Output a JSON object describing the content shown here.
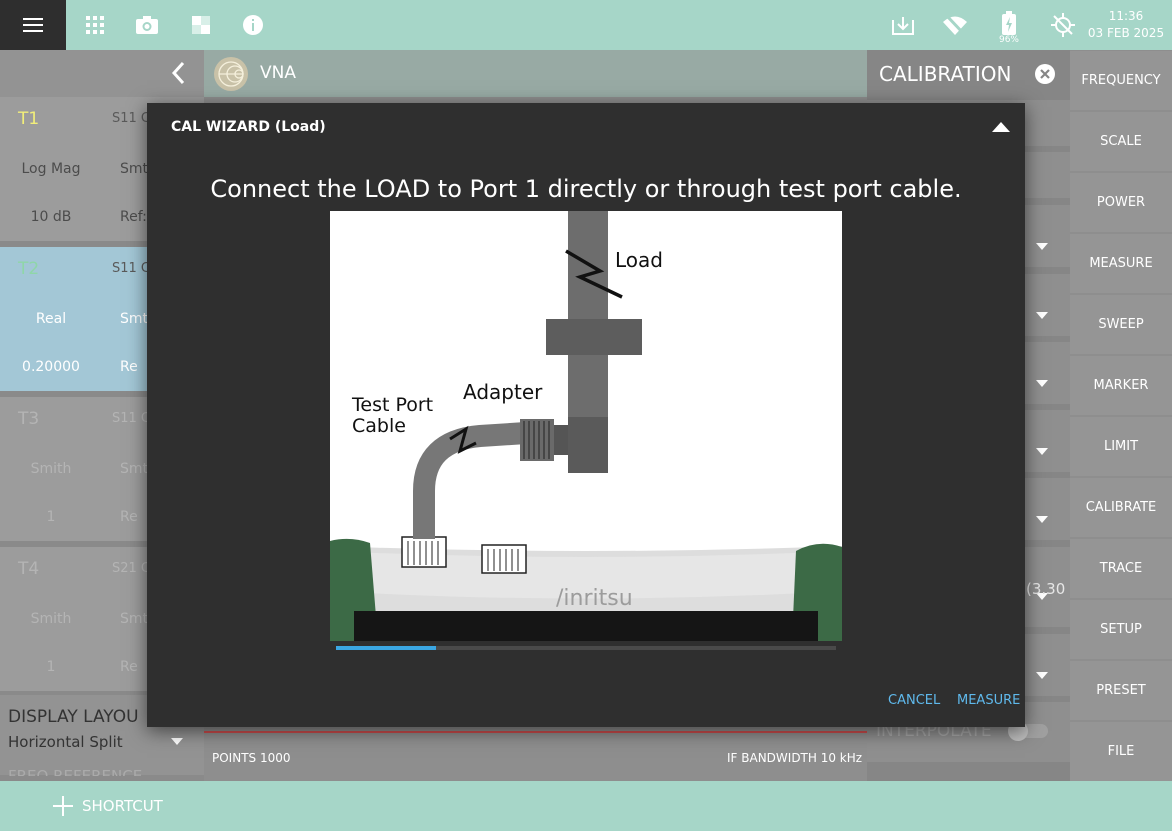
{
  "topbar": {
    "time": "11:36",
    "date": "03 FEB 2025",
    "battery_percent": "96%",
    "icons": [
      "menu-icon",
      "apps-grid-icon",
      "camera-icon",
      "screen-icon",
      "info-icon",
      "download-icon",
      "wifi-off-icon",
      "battery-charging-icon",
      "gps-off-icon"
    ]
  },
  "traces": [
    {
      "name": "T1",
      "param": "S11 C",
      "format": "Log Mag",
      "format_right": "Smt",
      "scale": "10 dB",
      "scale_right": "Ref:",
      "color": "#f2ee7a",
      "state": "normal"
    },
    {
      "name": "T2",
      "param": "S11 C",
      "format": "Real",
      "format_right": "Smt",
      "scale": "0.20000",
      "scale_right": "Re",
      "color": "#8fd6a8",
      "state": "active"
    },
    {
      "name": "T3",
      "param": "S11 C",
      "format": "Smith",
      "format_right": "Smt",
      "scale": "1",
      "scale_right": "Re",
      "color": "#b4b4b4",
      "state": "dim"
    },
    {
      "name": "T4",
      "param": "S21 C",
      "format": "Smith",
      "format_right": "Smt",
      "scale": "1",
      "scale_right": "Re",
      "color": "#b4b4b4",
      "state": "dim"
    }
  ],
  "display_layout": {
    "label": "DISPLAY LAYOU",
    "value": "Horizontal Split",
    "next_label": "FREQ REFERENCE"
  },
  "vna": {
    "title": "VNA",
    "points": "POINTS 1000",
    "if_bandwidth": "IF BANDWIDTH 10 kHz"
  },
  "calibration": {
    "title": "CALIBRATION",
    "partial_value": "(3.30",
    "interpolate": "INTERPOLATE"
  },
  "right_menu": [
    "FREQUENCY",
    "SCALE",
    "POWER",
    "MEASURE",
    "SWEEP",
    "MARKER",
    "LIMIT",
    "CALIBRATE",
    "TRACE",
    "SETUP",
    "PRESET",
    "FILE"
  ],
  "bottombar": {
    "shortcut": "SHORTCUT"
  },
  "dialog": {
    "title": "CAL WIZARD (Load)",
    "instruction": "Connect the LOAD to Port 1 directly or through test port cable.",
    "illustration": {
      "load_label": "Load",
      "adapter_label": "Adapter",
      "cable_label_1": "Test Port",
      "cable_label_2": "Cable",
      "brand": "/inritsu"
    },
    "progress": 0.2,
    "cancel": "CANCEL",
    "measure": "MEASURE"
  }
}
